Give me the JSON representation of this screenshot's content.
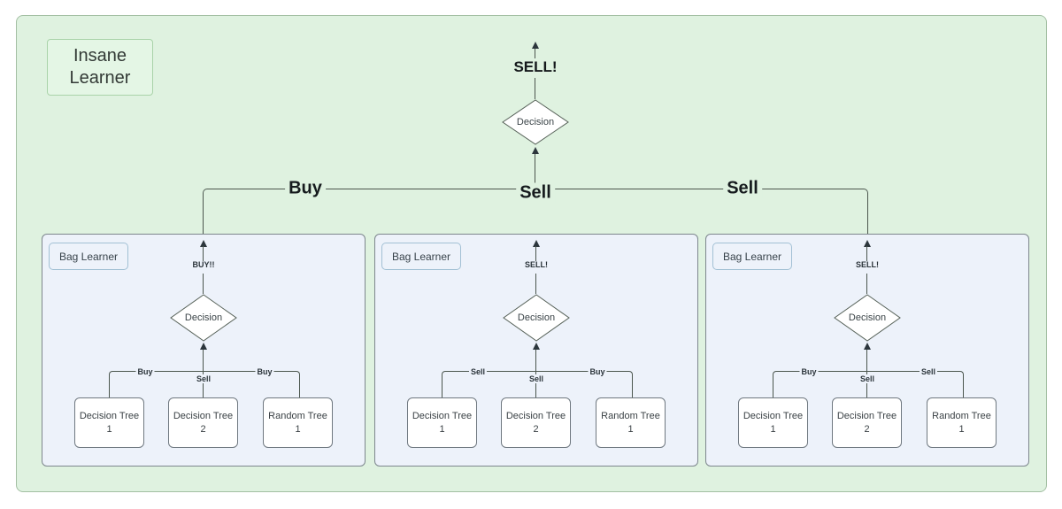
{
  "insane_learner": {
    "label": "Insane Learner"
  },
  "top": {
    "signal": "SELL!",
    "decision": "Decision"
  },
  "connector": {
    "left_label": "Buy",
    "center_label": "Sell",
    "right_label": "Sell"
  },
  "bags": [
    {
      "tag": "Bag Learner",
      "signal": "BUY!!",
      "decision": "Decision",
      "branches": {
        "left": "Buy",
        "center": "Sell",
        "right": "Buy"
      },
      "trees": [
        "Decision Tree 1",
        "Decision Tree 2",
        "Random Tree 1"
      ]
    },
    {
      "tag": "Bag Learner",
      "signal": "SELL!",
      "decision": "Decision",
      "branches": {
        "left": "Sell",
        "center": "Sell",
        "right": "Buy"
      },
      "trees": [
        "Decision Tree 1",
        "Decision Tree 2",
        "Random Tree 1"
      ]
    },
    {
      "tag": "Bag Learner",
      "signal": "SELL!",
      "decision": "Decision",
      "branches": {
        "left": "Buy",
        "center": "Sell",
        "right": "Sell"
      },
      "trees": [
        "Decision Tree 1",
        "Decision Tree 2",
        "Random Tree 1"
      ]
    }
  ],
  "colors": {
    "container_fill": "#dff2e0",
    "container_border": "#a3bfa3",
    "bag_fill": "#edf2fa",
    "bag_border": "#7d868d",
    "line": "#4b564e",
    "node_fill": "#ffffff"
  }
}
